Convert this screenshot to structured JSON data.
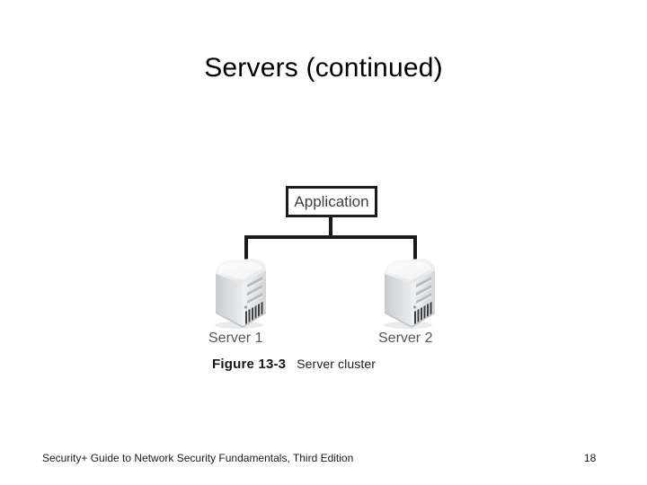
{
  "slide": {
    "title": "Servers (continued)",
    "background_color": "#ffffff",
    "page_number": "18",
    "footer": "Security+ Guide to Network Security Fundamentals, Third Edition"
  },
  "figure": {
    "caption_number": "Figure 13-3",
    "caption_text": "Server cluster",
    "app_box_label": "Application",
    "nodes": [
      {
        "id": "server-1",
        "label": "Server 1",
        "icon": "server-tower-icon"
      },
      {
        "id": "server-2",
        "label": "Server 2",
        "icon": "server-tower-icon"
      }
    ],
    "line_color": "#1a1a1a",
    "box_border_color": "#1a1a1a",
    "label_color": "#555555"
  }
}
